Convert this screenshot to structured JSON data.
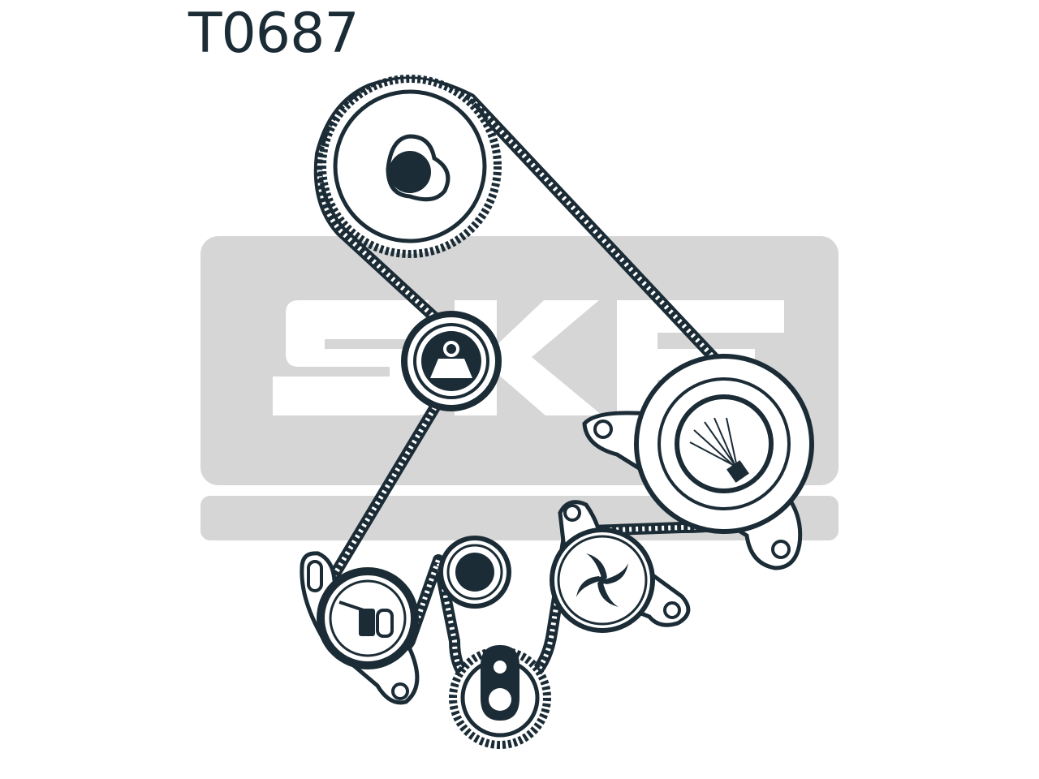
{
  "part_number": "T0687",
  "watermark": {
    "brand": "SKF",
    "color": "#d6d6d6"
  },
  "colors": {
    "ink": "#1b2c36",
    "background": "#ffffff",
    "logo_gray": "#d6d6d6"
  },
  "components": [
    {
      "name": "camshaft-pulley",
      "icon": "camshaft-lobe-icon"
    },
    {
      "name": "idler-pulley-upper",
      "icon": "weight-icon"
    },
    {
      "name": "injection-pump-pulley",
      "icon": "fuel-spray-icon"
    },
    {
      "name": "idler-pulley-lower",
      "icon": "plain-hub-icon"
    },
    {
      "name": "water-pump-pulley",
      "icon": "impeller-icon"
    },
    {
      "name": "tensioner-pulley",
      "icon": "oil-can-icon"
    },
    {
      "name": "crankshaft-pulley",
      "icon": "crankshaft-icon"
    }
  ]
}
